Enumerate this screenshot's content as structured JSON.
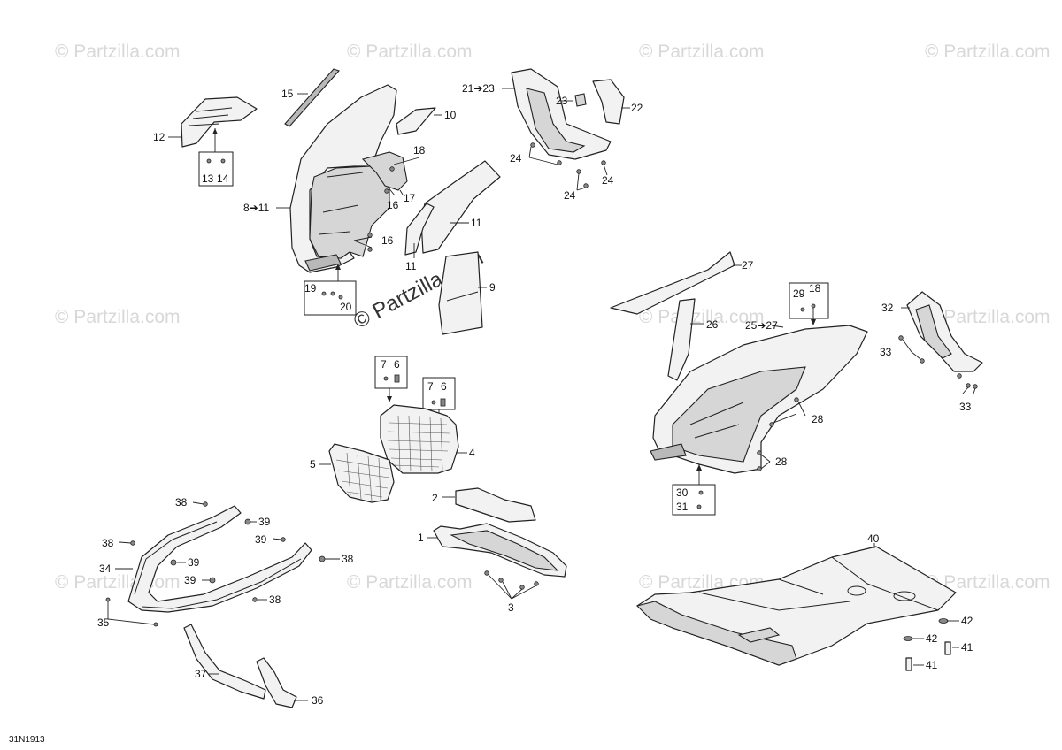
{
  "watermark_text": "© Partzilla.com",
  "center_watermark_text": "© Partzilla.com",
  "diagram_code": "31N1913",
  "callouts": {
    "c1": "1",
    "c2": "2",
    "c3": "3",
    "c4": "4",
    "c5": "5",
    "c6a": "6",
    "c6b": "6",
    "c7a": "7",
    "c7b": "7",
    "c8to11": "8➔11",
    "c9": "9",
    "c10": "10",
    "c11a": "11",
    "c11b": "11",
    "c12": "12",
    "c13": "13",
    "c14": "14",
    "c15": "15",
    "c16a": "16",
    "c16b": "16",
    "c17": "17",
    "c18a": "18",
    "c18b": "18",
    "c19": "19",
    "c20": "20",
    "c21to23": "21➔23",
    "c22": "22",
    "c23": "23",
    "c24a": "24",
    "c24b": "24",
    "c24c": "24",
    "c25to27": "25➔27",
    "c26": "26",
    "c27": "27",
    "c28a": "28",
    "c28b": "28",
    "c29": "29",
    "c30": "30",
    "c31": "31",
    "c32": "32",
    "c33a": "33",
    "c33b": "33",
    "c34": "34",
    "c35": "35",
    "c36": "36",
    "c37": "37",
    "c38a": "38",
    "c38b": "38",
    "c38c": "38",
    "c38d": "38",
    "c39a": "39",
    "c39b": "39",
    "c39c": "39",
    "c39d": "39",
    "c40": "40",
    "c41a": "41",
    "c41b": "41",
    "c42a": "42",
    "c42b": "42"
  }
}
